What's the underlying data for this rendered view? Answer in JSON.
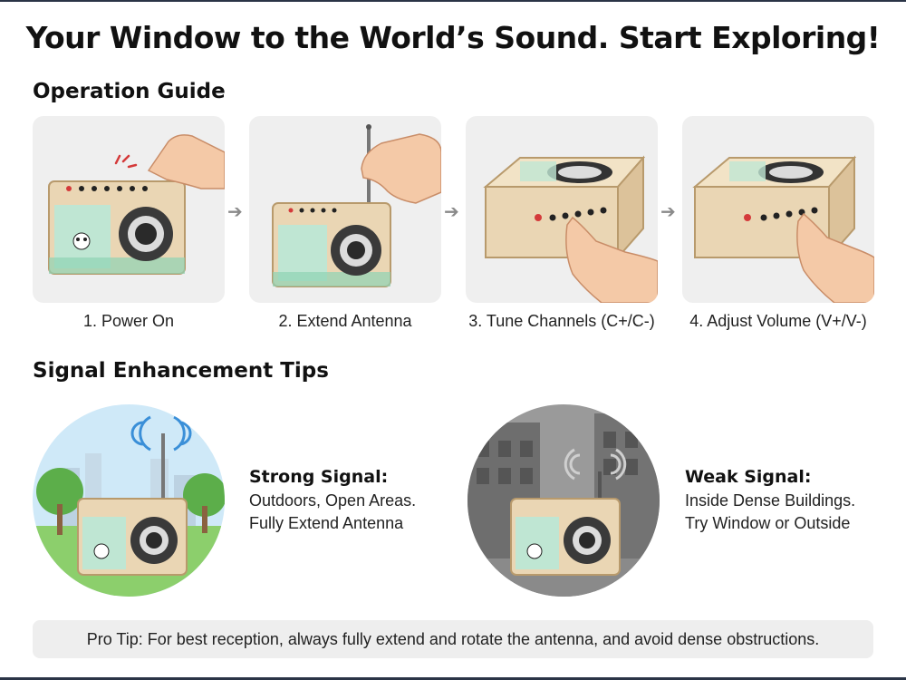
{
  "title": "Your Window to the World’s Sound. Start Exploring!",
  "operation_guide": {
    "heading": "Operation Guide",
    "steps": [
      {
        "label": "1. Power On"
      },
      {
        "label": "2. Extend Antenna"
      },
      {
        "label": "3. Tune Channels (C+/C-)"
      },
      {
        "label": "4. Adjust Volume (V+/V-)"
      }
    ],
    "arrow": "➔"
  },
  "signal_tips": {
    "heading": "Signal Enhancement Tips",
    "strong": {
      "title": "Strong Signal:",
      "line1": "Outdoors, Open Areas.",
      "line2": "Fully Extend Antenna"
    },
    "weak": {
      "title": "Weak Signal:",
      "line1": "Inside Dense Buildings.",
      "line2": "Try Window or Outside"
    }
  },
  "pro_tip": "Pro Tip: For best reception, always fully extend and rotate the antenna, and avoid dense obstructions.",
  "colors": {
    "card_bg": "#efefef",
    "wood": "#ead6b4",
    "speaker": "#222222",
    "sticker_green": "#8fd3b4",
    "signal_blue": "#3a8fd8"
  }
}
